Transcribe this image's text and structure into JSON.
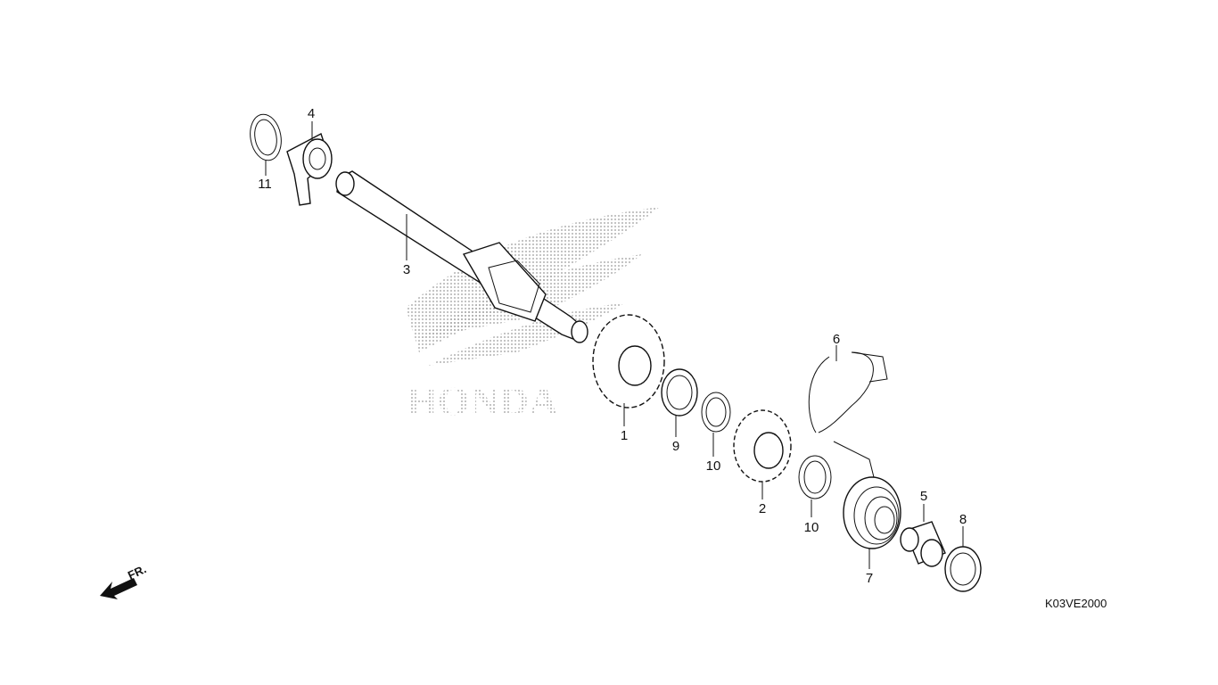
{
  "diagram": {
    "code": "K03VE2000",
    "direction_label": "FR.",
    "watermark": "HONDA",
    "callouts": [
      "1",
      "2",
      "3",
      "4",
      "5",
      "6",
      "7",
      "8",
      "9",
      "10",
      "10",
      "11"
    ]
  },
  "colors": {
    "line": "#111111",
    "background": "#ffffff",
    "watermark_dots": "#9a9a9a"
  },
  "icons": {
    "direction": "front-arrow-icon",
    "watermark": "honda-wing-logo"
  }
}
